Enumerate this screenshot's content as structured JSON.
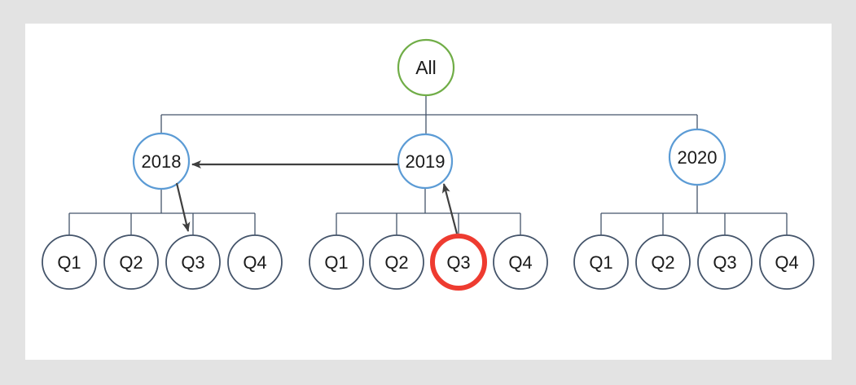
{
  "colors": {
    "background": "#e3e3e3",
    "panel": "#ffffff",
    "connector": "#44546a",
    "arrow": "#3f3f3f",
    "root_ring": "#70ad47",
    "year_ring": "#5b9bd5",
    "quarter_ring": "#44546a",
    "highlight_ring": "#ee3b30",
    "text": "#1a1a1a"
  },
  "diagram": {
    "type": "drilldown-tree",
    "root": {
      "label": "All"
    },
    "years": [
      {
        "label": "2018",
        "quarters": [
          {
            "label": "Q1"
          },
          {
            "label": "Q2"
          },
          {
            "label": "Q3"
          },
          {
            "label": "Q4"
          }
        ]
      },
      {
        "label": "2019",
        "quarters": [
          {
            "label": "Q1"
          },
          {
            "label": "Q2"
          },
          {
            "label": "Q3",
            "highlighted": true
          },
          {
            "label": "Q4"
          }
        ]
      },
      {
        "label": "2020",
        "quarters": [
          {
            "label": "Q1"
          },
          {
            "label": "Q2"
          },
          {
            "label": "Q3"
          },
          {
            "label": "Q4"
          }
        ]
      }
    ],
    "arrows": [
      {
        "from": "2019",
        "to": "2018"
      },
      {
        "from": "2018",
        "to": "2018-Q3"
      },
      {
        "from": "2019-Q3",
        "to": "2019"
      }
    ]
  }
}
